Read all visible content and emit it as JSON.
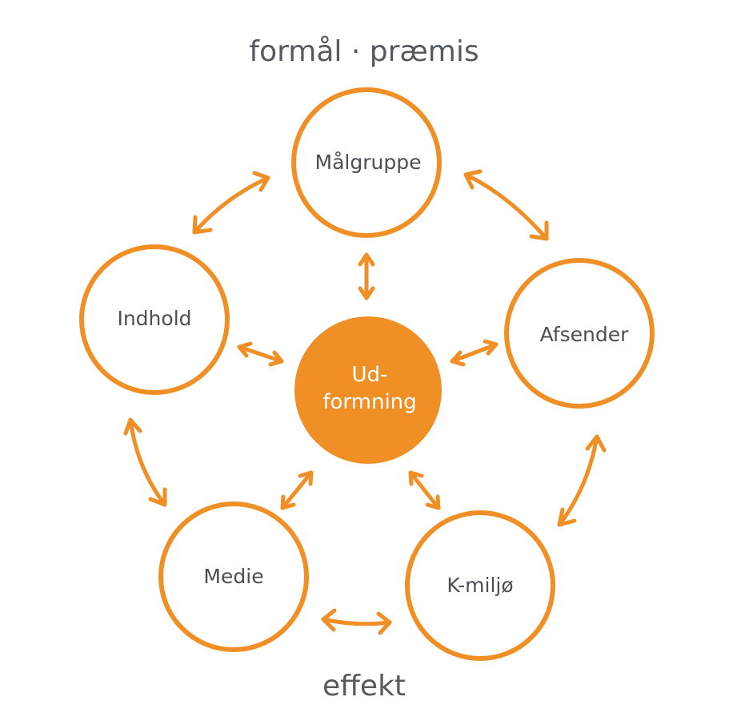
{
  "diagram": {
    "top_label": "formål · præmis",
    "bottom_label": "effekt",
    "center": {
      "line1": "Ud-",
      "line2": "formning"
    },
    "nodes": {
      "malgruppe": "Målgruppe",
      "afsender": "Afsender",
      "kmiljo": "K-miljø",
      "medie": "Medie",
      "indhold": "Indhold"
    }
  },
  "colors": {
    "accent": "#ef8f26",
    "text": "#4a4e55",
    "background": "#ffffff"
  }
}
